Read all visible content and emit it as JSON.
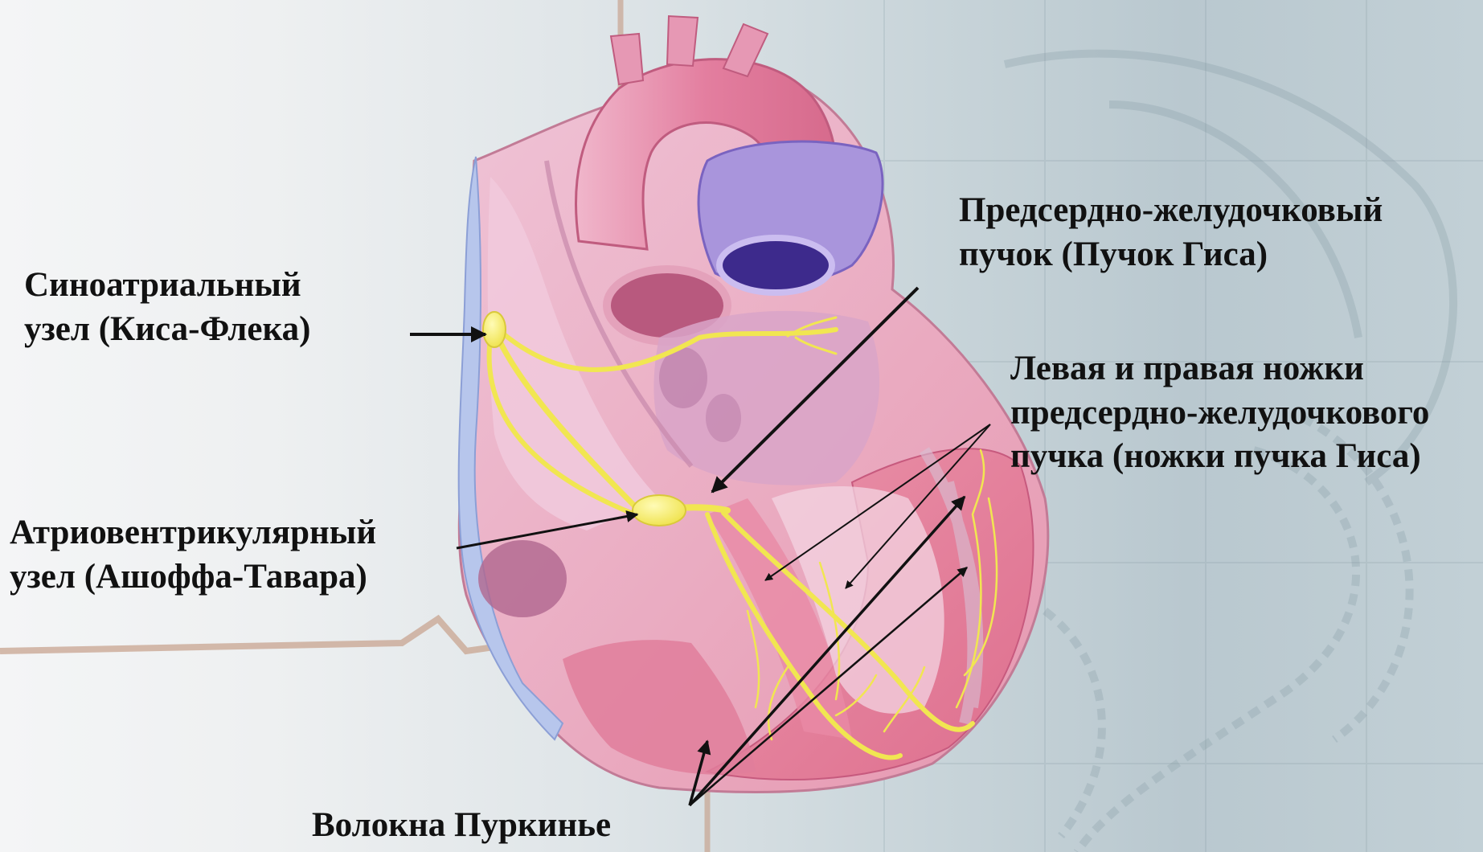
{
  "labels": {
    "sa_node": {
      "line1": "Синоатриальный",
      "line2": "узел (Киса-Флека)"
    },
    "av_node": {
      "line1": "Атриовентрикулярный",
      "line2": "узел (Ашоффа-Тавара)"
    },
    "his_bundle": {
      "line1": "Предсердно-желудочковый",
      "line2": "пучок (Пучок Гиса)"
    },
    "bundle_branches": {
      "line1": "Левая и правая ножки",
      "line2": "предсердно-желудочкового",
      "line3": "пучка (ножки пучка Гиса)"
    },
    "purkinje": {
      "line1": "Волокна Пуркинье"
    }
  },
  "colors": {
    "conduction": "#f4ee5a",
    "myocardium": "#e88fa6",
    "aorta": "#e995b0",
    "pulmonary": "#9a86d6",
    "arrow": "#111111"
  }
}
